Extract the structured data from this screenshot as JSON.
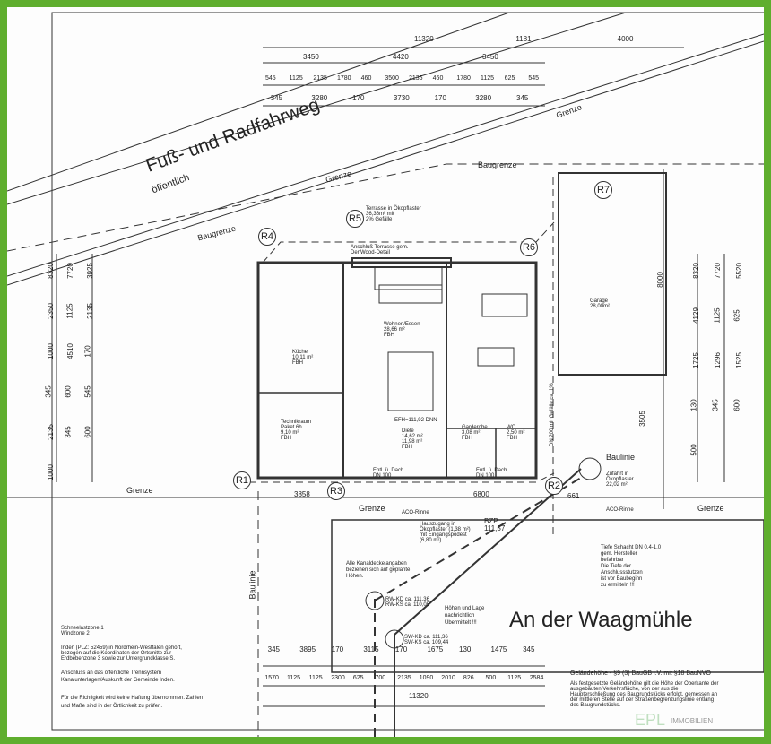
{
  "road": {
    "name": "Fuß- und Radfahrweg",
    "sub": "öffentlich"
  },
  "street": "An der Waagmühle",
  "labels": {
    "grenze": "Grenze",
    "baugrenze": "Baugrenze",
    "baulinie": "Baulinie"
  },
  "markers": [
    "R1",
    "R2",
    "R3",
    "R4",
    "R5",
    "R6",
    "R7"
  ],
  "top_dims": {
    "row1": [
      "11320",
      "1181",
      "4000"
    ],
    "row2": [
      "3450",
      "4420",
      "3450"
    ],
    "row3": [
      "545",
      "1125",
      "2135",
      "1780",
      "460",
      "3500",
      "2135",
      "460",
      "1780",
      "1125",
      "625",
      "545"
    ],
    "row4": [
      "345",
      "3280",
      "170",
      "3730",
      "170",
      "3280",
      "345"
    ]
  },
  "bottom_dims": {
    "row1": [
      "345",
      "3895",
      "170",
      "3115",
      "170",
      "1675",
      "130",
      "1475",
      "345"
    ],
    "row2": [
      "1570",
      "1125",
      "1125",
      "2300",
      "625",
      "700",
      "2135",
      "1090",
      "2010",
      "826",
      "500",
      "1125",
      "2584"
    ],
    "total": "11320"
  },
  "side_dims": {
    "left": [
      "8320",
      "7720",
      "3925",
      "2350",
      "1125",
      "2135",
      "1000",
      "4510",
      "170",
      "345",
      "600",
      "545",
      "2135",
      "345",
      "600",
      "1000"
    ],
    "right": [
      "8320",
      "7720",
      "5520",
      "4129",
      "1125",
      "625",
      "1725",
      "1296",
      "1525",
      "130",
      "345",
      "600",
      "500"
    ]
  },
  "mid_dims": [
    "3858",
    "6800",
    "661",
    "8000",
    "3505"
  ],
  "rooms": {
    "terrace": [
      "Terrasse in Ökopflaster",
      "36,36m² mit",
      "2% Gefälle"
    ],
    "terrace_note": [
      "Anschluß Terrasse gem.",
      "DenWood-Detail"
    ],
    "kitchen": [
      "Küche",
      "10,11 m²",
      "FBH"
    ],
    "living": [
      "Wohnen/Essen",
      "28,66 m²",
      "FBH"
    ],
    "tech": [
      "Technikraum",
      "Paket 6h",
      "9,10 m²",
      "FBH"
    ],
    "hall": [
      "Diele",
      "14,62 m²",
      "11,98 m²",
      "FBH"
    ],
    "level": "EFH=111,92 DNN",
    "wardrobe": [
      "Garderobe",
      "3,08 m²",
      "FBH"
    ],
    "wc": [
      "WC",
      "2,50 m²",
      "FBH"
    ],
    "garage": [
      "Garage",
      "28,00m²"
    ],
    "drain1": [
      "Entl. ü. Dach",
      "DN 100"
    ],
    "drain2": [
      "Entl. ü. Dach",
      "DN 100"
    ],
    "driveway": [
      "Zufahrt in",
      "Ökopflaster",
      "22,02 m²"
    ],
    "aco": "ACO-Rinne",
    "pipe": "DN 200 mit Gefälle ca. 1%",
    "entrance": [
      "Hauszugang in",
      "Ökopflaster (1,38 m²)",
      "mit Eingangspodest",
      "(6,80 m²)"
    ],
    "bzp": [
      "BZP",
      "111,57"
    ]
  },
  "notes": {
    "sewer": [
      "Alle Kanaldeckelangaben",
      "beziehen sich auf geplante",
      "Höhen."
    ],
    "rw": [
      "RW-KD ca. 111,36",
      "RW-KS ca. 110,05"
    ],
    "sw": [
      "SW-KD ca. 111,36",
      "SW-KS ca. 109,44"
    ],
    "heights": [
      "Höhen und Lage",
      "nachrichtlich",
      "Übermittelt !!!"
    ],
    "shaft": [
      "Tiefe Schacht DN 0,4-1,0",
      "gem. Hersteller",
      "befahrbar",
      "Die Tiefe der",
      "Anschlussstutzen",
      "ist vor Baubeginn",
      "zu ermitteln !!!"
    ],
    "zones": [
      "Schneelastzone 1",
      "Windzone 2"
    ],
    "location": [
      "Inden (PLZ: 52459) in Nordrhein-Westfalen gehört,",
      "bezogen auf die Koordinaten der Ortsmitte zur",
      "Erdbebenzone 3 sowie zur Untergrundklasse S."
    ],
    "connection": [
      "Anschluss an das öffentliche Trennsystem",
      "Kanalunterlagen/Auskunft der Gemeinde Inden."
    ],
    "disclaimer": [
      "Für die Richtigkeit wird keine Haftung übernommen. Zahlen",
      "und Maße sind in der Örtlichkeit zu prüfen."
    ],
    "ground_title": "Geländehöhe - §9 (3) BauGB i.V. mit §18 BauNVO",
    "ground": [
      "Als festgesetzte Geländehöhe gilt die Höhe der Oberkante der",
      "ausgebauten Verkehrsfläche, von der aus die",
      "Haupterschließung des Baugrundstücks erfolgt, gemessen an",
      "der mittleren Stelle auf der Straßenbegrenzungslinie entlang",
      "des Baugrundstücks."
    ]
  },
  "watermark": {
    "brand": "EPL",
    "sub": "IMMOBILIEN"
  },
  "colors": {
    "frame": "#5fae2e",
    "ink": "#222222"
  }
}
